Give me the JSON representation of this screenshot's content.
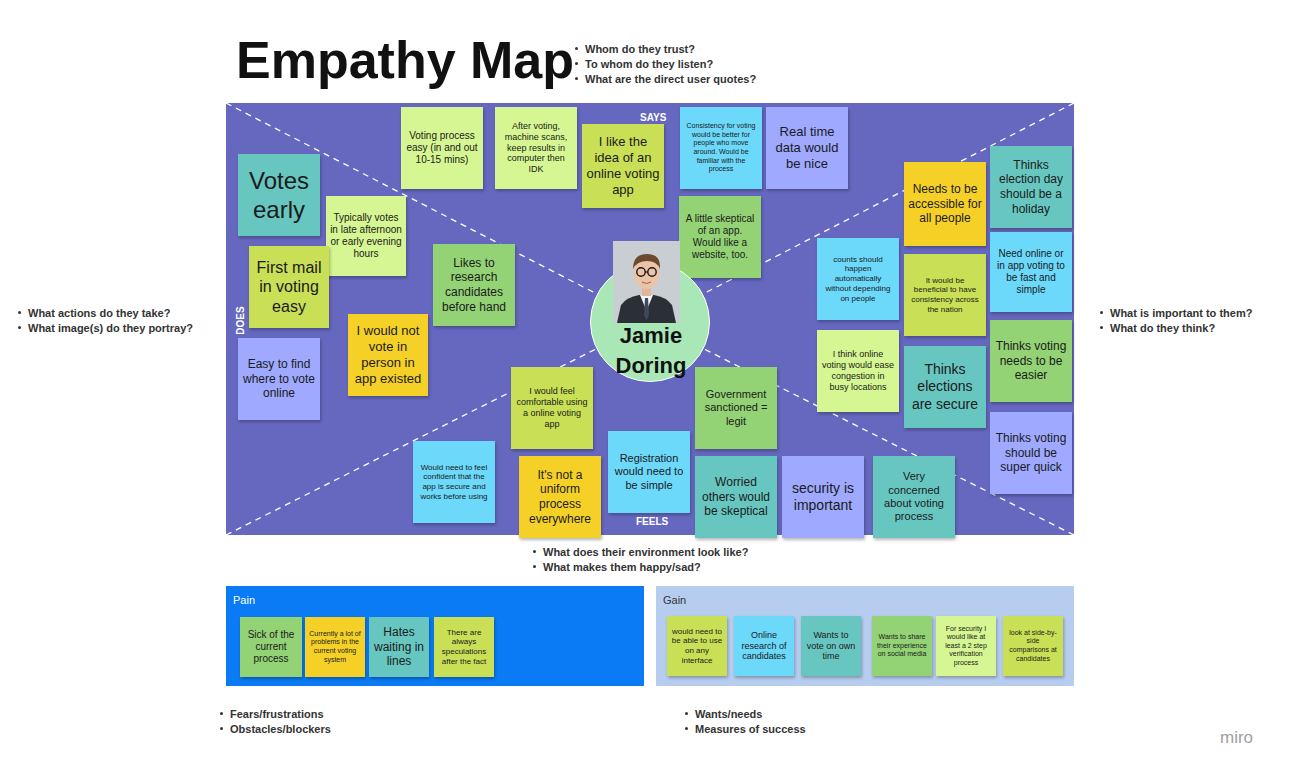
{
  "diagram": {
    "title": "Empathy Map",
    "nodes": [
      {
        "text": [
          "Voting process easy (in and out 10-15 mins)"
        ]
      },
      {
        "text": [
          "After voting, machine scans, keep results in computer then IDK"
        ]
      },
      {
        "text": [
          "I like the idea of an online voting app"
        ]
      },
      {
        "text": [
          "Consistency for voting would be better for people who move around. Would be familiar with the process"
        ]
      },
      {
        "text": [
          "Real time data would be nice"
        ]
      },
      {
        "text": [
          "A little skeptical of an app. Would like a website, too."
        ]
      },
      {
        "text": [
          "Votes early"
        ]
      },
      {
        "text": [
          "Typically votes in late afternoon or early evening hours"
        ]
      },
      {
        "text": [
          "First mail in voting easy"
        ]
      },
      {
        "text": [
          "Likes to research candidates before hand"
        ]
      },
      {
        "text": [
          "I would not vote in person in app existed"
        ]
      },
      {
        "text": [
          "Easy to find where to vote online"
        ]
      },
      {
        "text": [
          "Jamie Doring"
        ]
      },
      {
        "text": [
          "Needs to be accessible for all people"
        ]
      },
      {
        "text": [
          "Thinks election day should be a holiday"
        ]
      },
      {
        "text": [
          "counts should happen automatically without depending on people"
        ]
      },
      {
        "text": [
          "Need online or in app voting to be fast and simple"
        ]
      },
      {
        "text": [
          "It would be beneficial to have consistency across the nation"
        ]
      },
      {
        "text": [
          "Thinks voting needs to be easier"
        ]
      },
      {
        "text": [
          "I think online voting would ease congestion in busy locations"
        ]
      },
      {
        "text": [
          "Thinks elections are secure"
        ]
      },
      {
        "text": [
          "Thinks voting should be super quick"
        ]
      },
      {
        "text": [
          "I would feel comfortable using a online voting app"
        ]
      },
      {
        "text": [
          "Government sanctioned = legit"
        ]
      },
      {
        "text": [
          "Would need to feel confident that the app is secure and works before using"
        ]
      },
      {
        "text": [
          "It's not a uniform process everywhere"
        ]
      },
      {
        "text": [
          "Registration would need to be simple"
        ]
      },
      {
        "text": [
          "Worried others would be skeptical"
        ]
      },
      {
        "text": [
          "security is important"
        ]
      },
      {
        "text": [
          "Very concerned about voting process"
        ]
      },
      {
        "text": [
          "Pain"
        ]
      },
      {
        "text": [
          "Sick of the current process"
        ],
        "in": 30
      },
      {
        "text": [
          "Currently a lot of problems in the current voting system"
        ],
        "in": 30
      },
      {
        "text": [
          "Hates waiting in lines"
        ],
        "in": 30
      },
      {
        "text": [
          "There are always speculations after the fact"
        ],
        "in": 30
      },
      {
        "text": [
          "Gain"
        ]
      },
      {
        "text": [
          "would need to be able to use on any interface"
        ],
        "in": 35
      },
      {
        "text": [
          "Online research of candidates"
        ],
        "in": 35
      },
      {
        "text": [
          "Wants to vote on own time"
        ],
        "in": 35
      },
      {
        "text": [
          "Wants to share their experience on social media"
        ],
        "in": 35
      },
      {
        "text": [
          "For security I would like at least a 2 step verification process"
        ],
        "in": 35
      },
      {
        "text": [
          "look at side-by-side comparisons at candidates"
        ],
        "in": 35
      }
    ],
    "labels": [
      "SAYS",
      "DOES",
      "FEELS",
      "Whom do they trust?",
      "To whom do they listen?",
      "What are the direct user quotes?",
      "What actions do they take?",
      "What image(s) do they portray?",
      "What is important to them?",
      "What do they think?",
      "What does their environment look like?",
      "What makes them happy/sad?",
      "Fears/frustrations",
      "Obstacles/blockers",
      "Wants/needs",
      "Measures of success",
      "miro"
    ]
  }
}
